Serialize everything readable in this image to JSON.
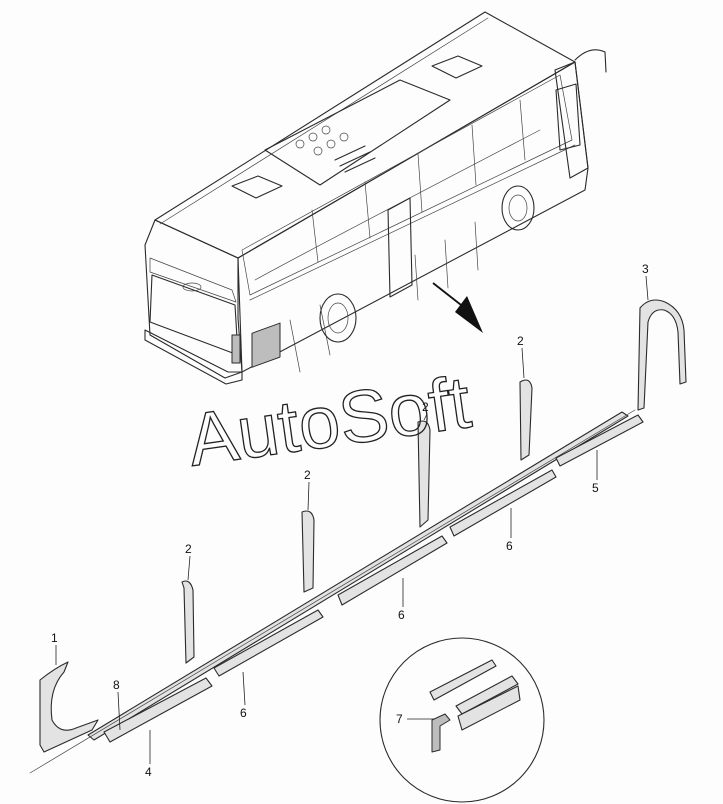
{
  "watermark": "AutoSoft",
  "callouts": {
    "c1": "1",
    "c2a": "2",
    "c2b": "2",
    "c2c": "2",
    "c2d": "2",
    "c3": "3",
    "c4": "4",
    "c5": "5",
    "c6a": "6",
    "c6b": "6",
    "c6c": "6",
    "c7": "7",
    "c8": "8"
  }
}
